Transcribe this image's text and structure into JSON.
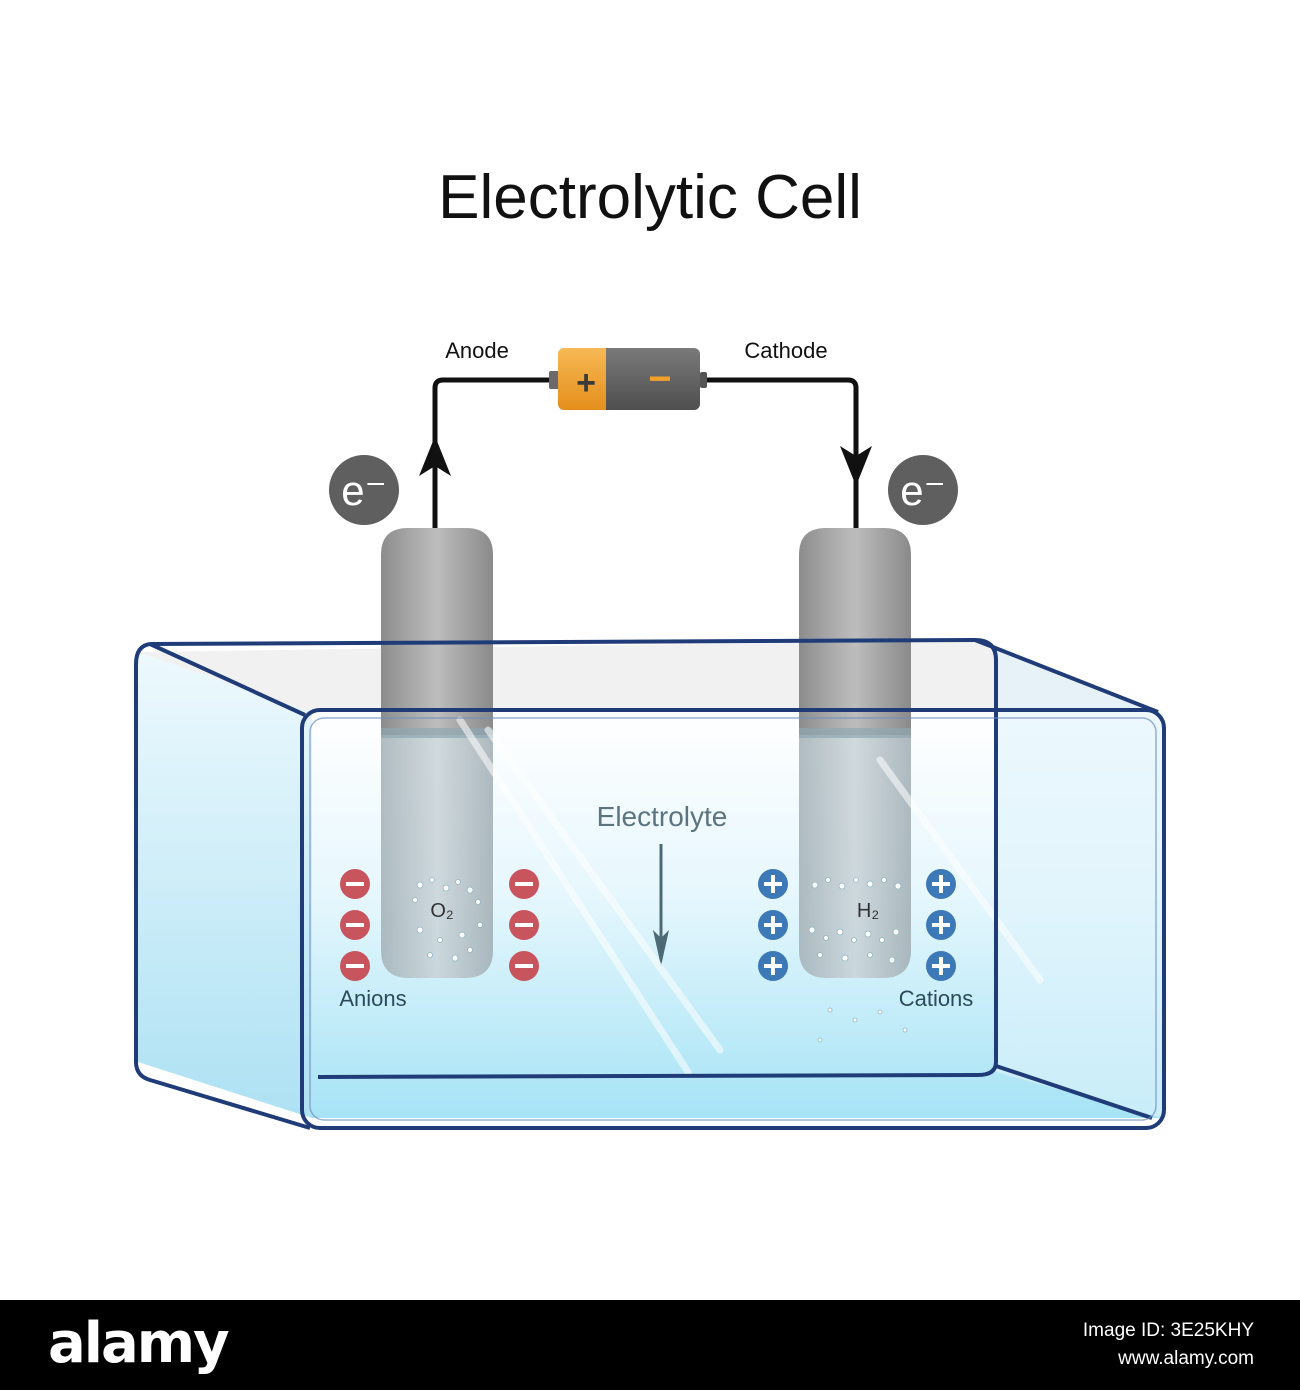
{
  "title": "Electrolytic Cell",
  "labels": {
    "anode": "Anode",
    "cathode": "Cathode",
    "electrolyte": "Electrolyte",
    "anions": "Anions",
    "cations": "Cations",
    "oxygen": "O₂",
    "hydrogen": "H₂",
    "electron": "e⁻"
  },
  "battery": {
    "positive": "+",
    "negative": "−"
  },
  "ion_signs": {
    "anion": "−",
    "cation": "+"
  },
  "colors": {
    "wire": "#111111",
    "electrode": "#9a9a9a",
    "tank_frame": "#1f3c78",
    "water": "#bfe9f8",
    "anion": "#c8545e",
    "cation": "#3d78b7",
    "battery_positive": "#f2a02b",
    "battery_negative": "#5a5a5a"
  },
  "footer": {
    "logo": "alamy",
    "image_id": "Image ID: 3E25KHY",
    "site": "www.alamy.com"
  }
}
